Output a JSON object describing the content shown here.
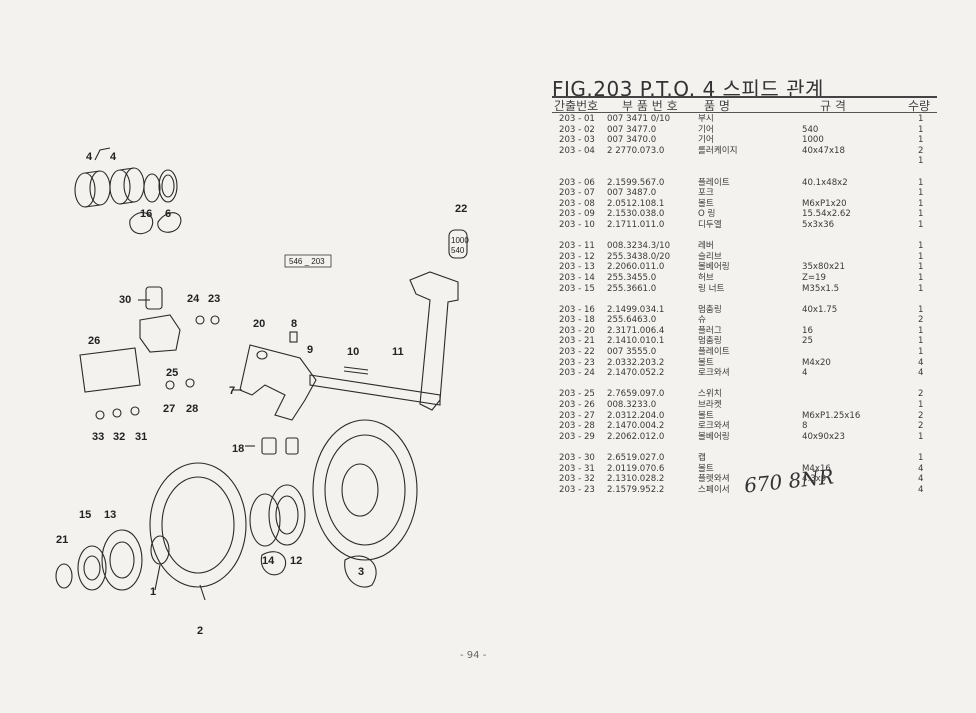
{
  "figure": {
    "title": "FIG.203 P.T.O. 4 스피드 관계"
  },
  "header": {
    "col_no": "간출번호",
    "col_part": "부 품 번 호",
    "col_name": "품 명",
    "col_spec": "규 격",
    "col_qty": "수량"
  },
  "rows": [
    {
      "no": "203 - 01",
      "part": "007 3471 0/10",
      "name": "부시",
      "spec": "",
      "qty": "1"
    },
    {
      "no": "203 - 02",
      "part": "007 3477.0",
      "name": "기어",
      "spec": "540",
      "qty": "1"
    },
    {
      "no": "203 - 03",
      "part": "007 3470.0",
      "name": "기어",
      "spec": "1000",
      "qty": "1"
    },
    {
      "no": "203 - 04",
      "part": "2 2770.073.0",
      "name": "롤러케이지",
      "spec": "40x47x18",
      "qty": "2"
    },
    {
      "no": "",
      "part": "",
      "name": "",
      "spec": "",
      "qty": "1"
    },
    {
      "no": "",
      "part": "",
      "name": "",
      "spec": "",
      "qty": ""
    },
    {
      "no": "203 - 06",
      "part": "2.1599.567.0",
      "name": "플레이트",
      "spec": "40.1x48x2",
      "qty": "1"
    },
    {
      "no": "203 - 07",
      "part": "007 3487.0",
      "name": "포크",
      "spec": "",
      "qty": "1"
    },
    {
      "no": "203 - 08",
      "part": "2.0512.108.1",
      "name": "볼트",
      "spec": "M6xP1x20",
      "qty": "1"
    },
    {
      "no": "203 - 09",
      "part": "2.1530.038.0",
      "name": "O 링",
      "spec": "15.54x2.62",
      "qty": "1"
    },
    {
      "no": "203 - 10",
      "part": "2.1711.011.0",
      "name": "디두엘",
      "spec": "5x3x36",
      "qty": "1"
    },
    {
      "no": "",
      "part": "",
      "name": "",
      "spec": "",
      "qty": ""
    },
    {
      "no": "203 - 11",
      "part": "008.3234.3/10",
      "name": "레버",
      "spec": "",
      "qty": "1"
    },
    {
      "no": "203 - 12",
      "part": "255.3438.0/20",
      "name": "슬리브",
      "spec": "",
      "qty": "1"
    },
    {
      "no": "203 - 13",
      "part": "2.2060.011.0",
      "name": "볼베어링",
      "spec": "35x80x21",
      "qty": "1"
    },
    {
      "no": "203 - 14",
      "part": "255.3455.0",
      "name": "허브",
      "spec": "Z=19",
      "qty": "1"
    },
    {
      "no": "203 - 15",
      "part": "255.3661.0",
      "name": "링 너트",
      "spec": "M35x1.5",
      "qty": "1"
    },
    {
      "no": "",
      "part": "",
      "name": "",
      "spec": "",
      "qty": ""
    },
    {
      "no": "203 - 16",
      "part": "2.1499.034.1",
      "name": "멈춤링",
      "spec": "40x1.75",
      "qty": "1"
    },
    {
      "no": "203 - 18",
      "part": "255.6463.0",
      "name": "슈",
      "spec": "",
      "qty": "2"
    },
    {
      "no": "203 - 20",
      "part": "2.3171.006.4",
      "name": "플러그",
      "spec": "16",
      "qty": "1"
    },
    {
      "no": "203 - 21",
      "part": "2.1410.010.1",
      "name": "멈춤링",
      "spec": "25",
      "qty": "1"
    },
    {
      "no": "203 - 22",
      "part": "007 3555.0",
      "name": "플레이트",
      "spec": "",
      "qty": "1"
    },
    {
      "no": "203 - 23",
      "part": "2.0332.203.2",
      "name": "볼트",
      "spec": "M4x20",
      "qty": "4"
    },
    {
      "no": "203 - 24",
      "part": "2.1470.052.2",
      "name": "로크와셔",
      "spec": "4",
      "qty": "4"
    },
    {
      "no": "",
      "part": "",
      "name": "",
      "spec": "",
      "qty": ""
    },
    {
      "no": "203 - 25",
      "part": "2.7659.097.0",
      "name": "스위치",
      "spec": "",
      "qty": "2"
    },
    {
      "no": "203 - 26",
      "part": "008.3233.0",
      "name": "브라켓",
      "spec": "",
      "qty": "1"
    },
    {
      "no": "203 - 27",
      "part": "2.0312.204.0",
      "name": "볼트",
      "spec": "M6xP1.25x16",
      "qty": "2"
    },
    {
      "no": "203 - 28",
      "part": "2.1470.004.2",
      "name": "로크와셔",
      "spec": "8",
      "qty": "2"
    },
    {
      "no": "203 - 29",
      "part": "2.2062.012.0",
      "name": "볼베어링",
      "spec": "40x90x23",
      "qty": "1"
    },
    {
      "no": "",
      "part": "",
      "name": "",
      "spec": "",
      "qty": ""
    },
    {
      "no": "203 - 30",
      "part": "2.6519.027.0",
      "name": "캡",
      "spec": "",
      "qty": "1"
    },
    {
      "no": "203 - 31",
      "part": "2.0119.070.6",
      "name": "볼트",
      "spec": "M4x16",
      "qty": "4"
    },
    {
      "no": "203 - 32",
      "part": "2.1310.028.2",
      "name": "플렛와셔",
      "spec": "4.3x9",
      "qty": "4"
    },
    {
      "no": "203 - 23",
      "part": "2.1579.952.2",
      "name": "스페이서",
      "spec": "",
      "qty": "4"
    }
  ],
  "handwriting": "670 8NR",
  "page_number": "- 94 -",
  "diagram": {
    "ref_box": "546 _ 203",
    "plate_text_top": "1000",
    "plate_text_bottom": "540",
    "callouts": [
      "4",
      "4",
      "16",
      "6",
      "22",
      "30",
      "24",
      "23",
      "20",
      "8",
      "26",
      "9",
      "10",
      "11",
      "25",
      "7",
      "27",
      "28",
      "33",
      "32",
      "31",
      "18",
      "15",
      "13",
      "21",
      "1",
      "14",
      "12",
      "3",
      "2"
    ]
  }
}
